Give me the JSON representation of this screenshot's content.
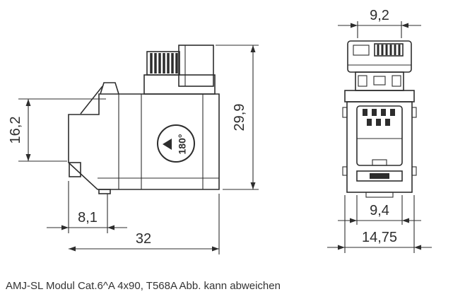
{
  "caption": "AMJ-SL Modul Cat.6^A 4x90, T568A Abb. kann abweichen",
  "side_view": {
    "dim_front_height": "16,2",
    "dim_total_height": "29,9",
    "dim_front_depth": "8,1",
    "dim_total_depth": "32",
    "rotation_label": "180°"
  },
  "front_view": {
    "dim_top_width": "9,2",
    "dim_face_width": "9,4",
    "dim_total_width": "14,75"
  },
  "colors": {
    "line": "#2d2d2d",
    "background": "#ffffff"
  }
}
